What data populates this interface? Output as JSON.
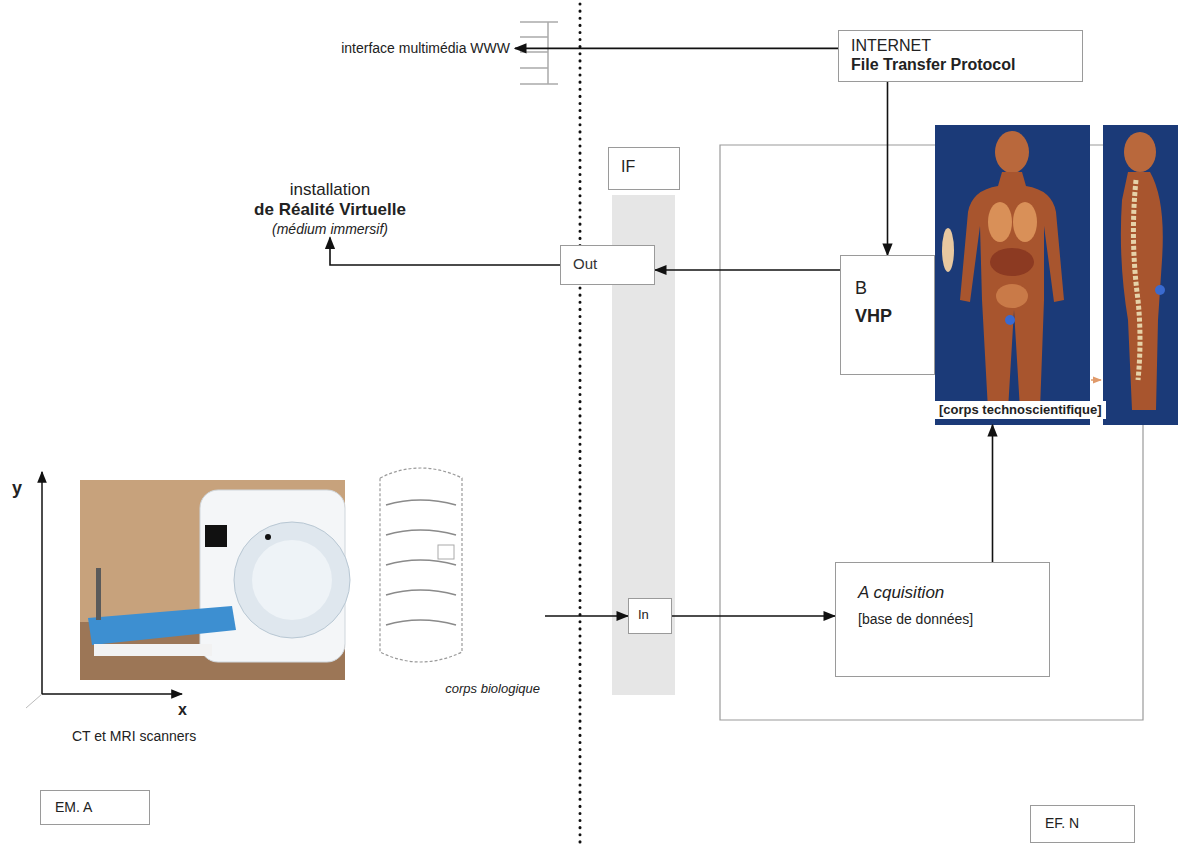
{
  "diagram": {
    "nodes": [
      {
        "text": [
          "INTERNET",
          "File Transfer Protocol"
        ]
      },
      {
        "text": [
          "interface multimédia WWW"
        ]
      },
      {
        "text": [
          "IF"
        ]
      },
      {
        "text": [
          "installation",
          "de Réalité Virtuelle",
          "(médium immersif)"
        ]
      },
      {
        "text": [
          "Out"
        ]
      },
      {
        "text": [
          "B",
          "VHP"
        ]
      },
      {
        "text": [
          "[corps technoscientifique]"
        ]
      },
      {
        "text": [
          "corps biologique"
        ]
      },
      {
        "text": [
          "In"
        ]
      },
      {
        "text": [
          "A cquisition",
          "[base de données]"
        ]
      },
      {
        "text": [
          "EM. A"
        ]
      },
      {
        "text": [
          "EF. N"
        ]
      }
    ],
    "edges": [
      {
        "from": 0,
        "to": 1,
        "arrow": "to"
      },
      {
        "from": 0,
        "to": 5,
        "arrow": "to"
      },
      {
        "from": 5,
        "to": 4,
        "arrow": "to"
      },
      {
        "from": 4,
        "to": 3,
        "arrow": "to"
      },
      {
        "from": 7,
        "to": 8,
        "arrow": "to"
      },
      {
        "from": 8,
        "to": 9,
        "arrow": "to"
      },
      {
        "from": 9,
        "to": 6,
        "arrow": "to"
      }
    ],
    "labels": [
      "y",
      "x",
      "CT et MRI scanners"
    ]
  }
}
